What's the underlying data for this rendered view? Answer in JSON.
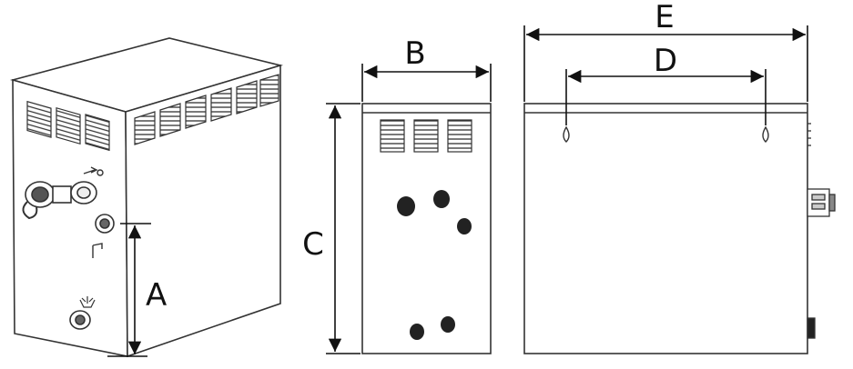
{
  "diagram": {
    "labels": {
      "a": "A",
      "b": "B",
      "c": "C",
      "d": "D",
      "e": "E"
    },
    "views": [
      {
        "name": "isometric-view"
      },
      {
        "name": "side-view"
      },
      {
        "name": "front-view"
      }
    ]
  }
}
